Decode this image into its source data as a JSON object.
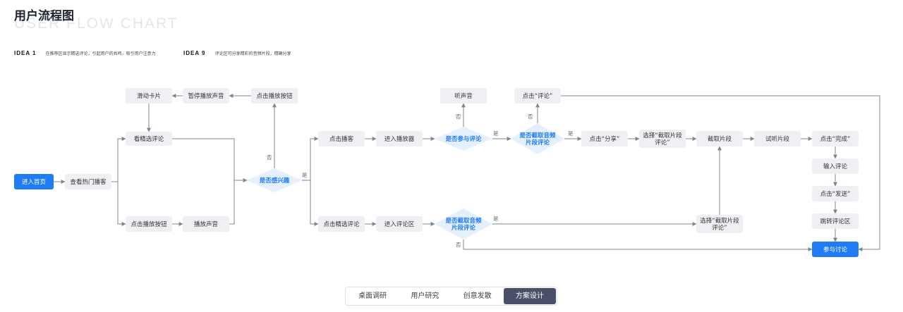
{
  "header": {
    "title": "用户流程图",
    "watermark": "USER FLOW CHART"
  },
  "ideas": [
    {
      "tag": "IDEA 1",
      "desc": "在推荐区显示精选评论，引起用户的共鸣，吸引用户注意力"
    },
    {
      "tag": "IDEA 9",
      "desc": "评论区可分享精彩的音频片段，精确分享"
    }
  ],
  "flow": {
    "nodes": [
      {
        "id": "enter-home",
        "label": "进入首页",
        "kind": "primary"
      },
      {
        "id": "hot-podcasts",
        "label": "查看热门播客"
      },
      {
        "id": "featured-comments",
        "label": "看精选评论"
      },
      {
        "id": "swipe-card",
        "label": "滑动卡片"
      },
      {
        "id": "pause-sound",
        "label": "暂停播放声音"
      },
      {
        "id": "click-play-top",
        "label": "点击播放按钮"
      },
      {
        "id": "click-play-bottom",
        "label": "点击播放按钮"
      },
      {
        "id": "play-sound",
        "label": "播放声音"
      },
      {
        "id": "interested",
        "label": "是否感兴趣",
        "kind": "diamond"
      },
      {
        "id": "click-podcast",
        "label": "点击播客"
      },
      {
        "id": "enter-player",
        "label": "进入播放器"
      },
      {
        "id": "join-comment",
        "label": "是否参与评论",
        "kind": "diamond"
      },
      {
        "id": "listen",
        "label": "听声音"
      },
      {
        "id": "clip-comment-top",
        "label": "是否截取音频\n片段评论",
        "kind": "diamond"
      },
      {
        "id": "click-comment",
        "label": "点击“评论”"
      },
      {
        "id": "click-share",
        "label": "点击“分享”"
      },
      {
        "id": "select-clip-top",
        "label": "选择“截取片段\n评论”"
      },
      {
        "id": "clip",
        "label": "截取片段"
      },
      {
        "id": "preview-clip",
        "label": "试听片段"
      },
      {
        "id": "click-done",
        "label": "点击“完成”"
      },
      {
        "id": "input-comment",
        "label": "输入评论"
      },
      {
        "id": "click-send",
        "label": "点击“发送”"
      },
      {
        "id": "goto-comments",
        "label": "跳转评论区"
      },
      {
        "id": "join-discussion",
        "label": "参与讨论",
        "kind": "primary"
      },
      {
        "id": "click-featured",
        "label": "点击精选评论"
      },
      {
        "id": "enter-comment-area",
        "label": "进入评论区"
      },
      {
        "id": "clip-comment-bottom",
        "label": "是否截取音频\n片段评论",
        "kind": "diamond"
      },
      {
        "id": "select-clip-bottom",
        "label": "选择“截取片段\n评论”"
      }
    ],
    "edge_labels": {
      "yes": "是",
      "no": "否"
    }
  },
  "tabs": [
    {
      "label": "桌面调研",
      "active": false
    },
    {
      "label": "用户研究",
      "active": false
    },
    {
      "label": "创意发散",
      "active": false
    },
    {
      "label": "方案设计",
      "active": true
    }
  ]
}
